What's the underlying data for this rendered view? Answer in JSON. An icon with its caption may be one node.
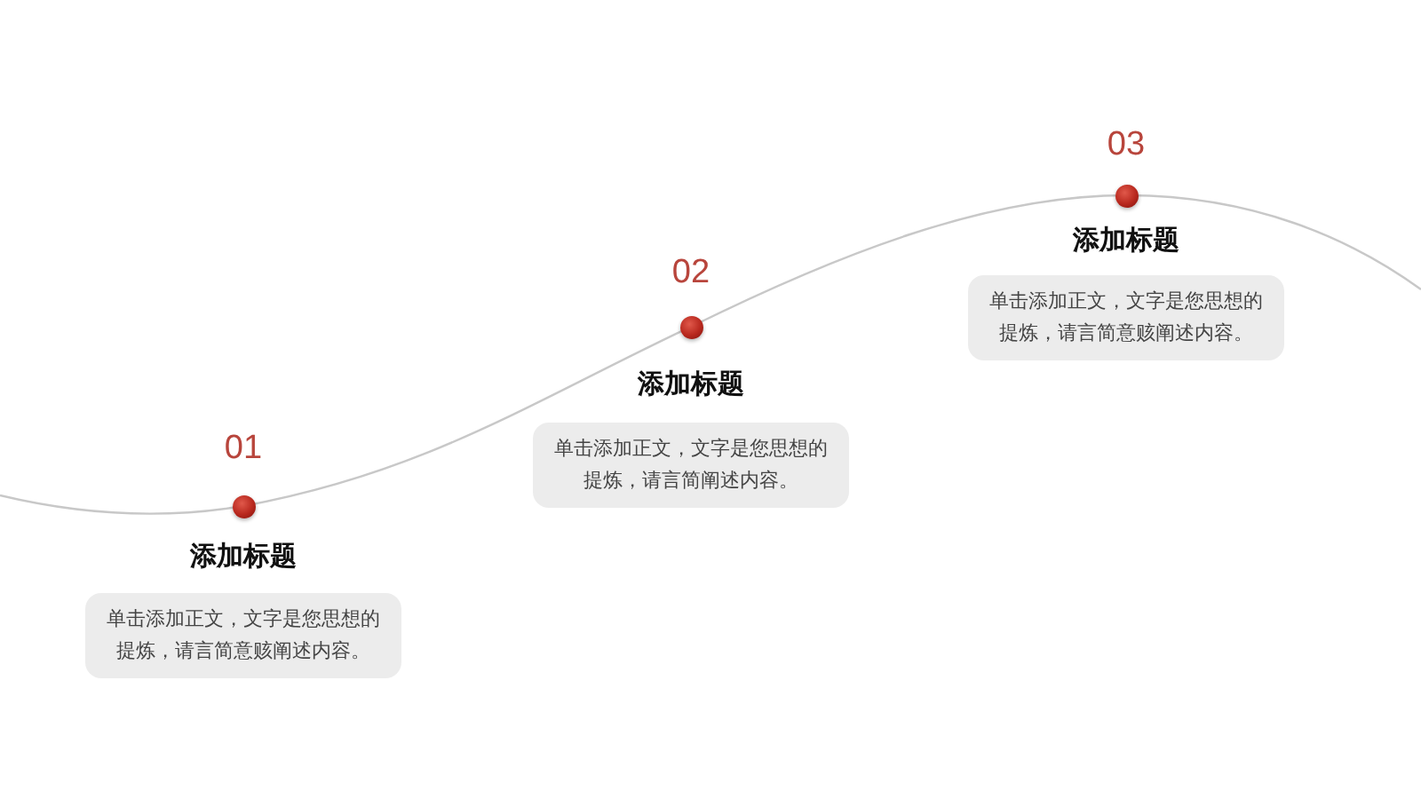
{
  "diagram": {
    "nodes": [
      {
        "text": [
          "添加标题",
          "单击添加正文，文字是您思想的提炼，请言简意赅阐述内容。"
        ],
        "beside": [
          "01"
        ]
      },
      {
        "text": [
          "添加标题",
          "单击添加正文，文字是您思想的提炼，请言简阐述内容。"
        ],
        "beside": [
          "02"
        ]
      },
      {
        "text": [
          "添加标题",
          "单击添加正文，文字是您思想的提炼，请言简意赅阐述内容。"
        ],
        "beside": [
          "03"
        ]
      }
    ]
  }
}
